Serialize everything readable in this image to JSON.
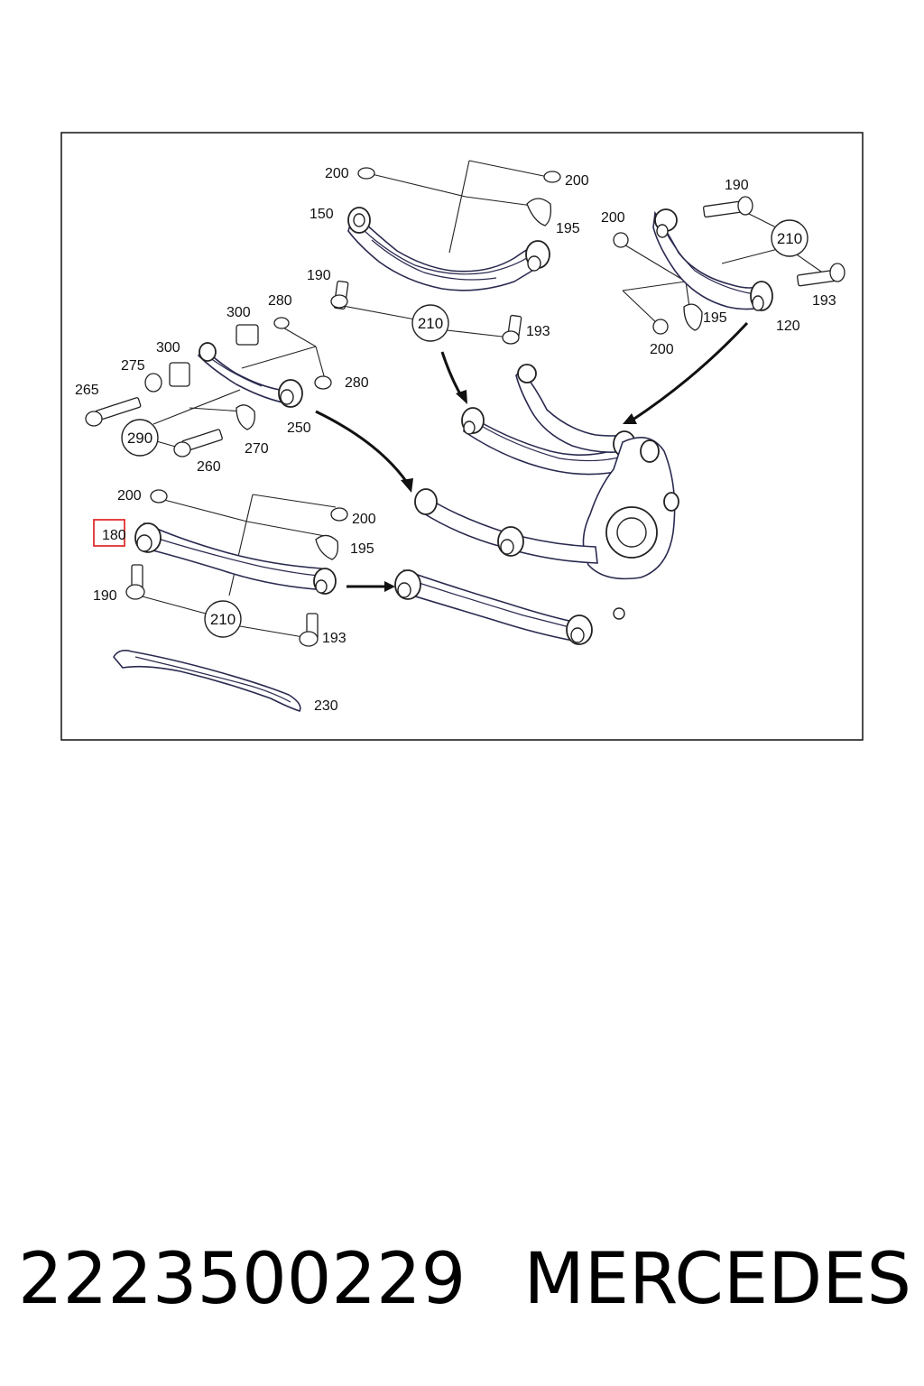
{
  "labels": {
    "l200_top_left": "200",
    "l200_top_right": "200",
    "l150": "150",
    "l195_top": "195",
    "l190_top": "190",
    "l200_right_top": "200",
    "l120": "120",
    "l195_right": "195",
    "l200_right_bottom": "200",
    "l193_right": "193",
    "l190_mid": "190",
    "l193_mid": "193",
    "l280_top": "280",
    "l280_bottom": "280",
    "l300_top": "300",
    "l300_bottom": "300",
    "l275": "275",
    "l265": "265",
    "l270": "270",
    "l250": "250",
    "l260": "260",
    "l200_low_left": "200",
    "l200_low_right": "200",
    "l180": "180",
    "l195_low": "195",
    "l190_low": "190",
    "l193_low": "193",
    "l230": "230"
  },
  "callouts": {
    "c210_top": "210",
    "c210_right": "210",
    "c290": "290",
    "c210_bottom": "210"
  },
  "highlight_color": "#e03030",
  "footer": {
    "part_number": "2223500229",
    "brand": "MERCEDES"
  }
}
